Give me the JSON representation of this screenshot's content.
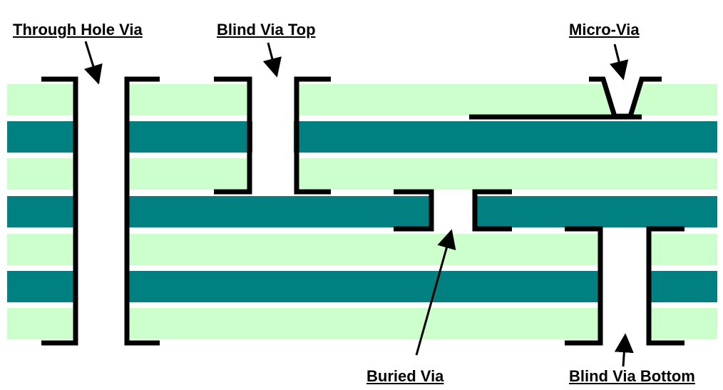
{
  "labels": {
    "through_hole_via": "Through Hole Via",
    "blind_via_top": "Blind Via Top",
    "micro_via": "Micro-Via",
    "buried_via": "Buried Via",
    "blind_via_bottom": "Blind Via Bottom"
  },
  "colors": {
    "dielectric": "#ccffcc",
    "copper_layer": "#008080",
    "via_plating": "#000000",
    "background": "#ffffff"
  }
}
